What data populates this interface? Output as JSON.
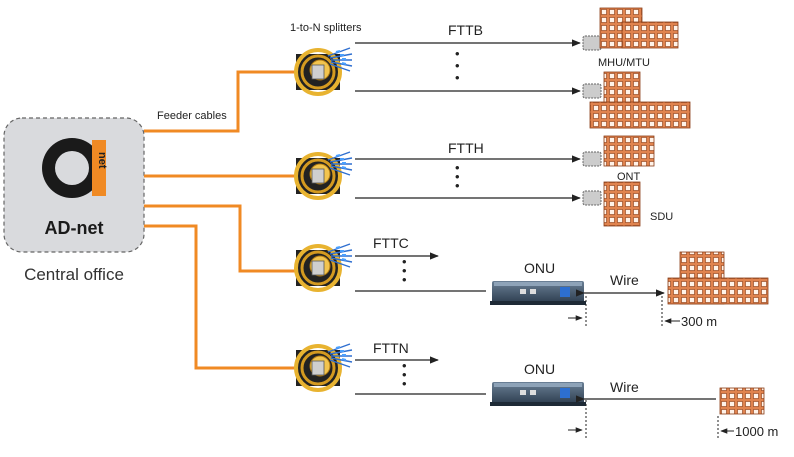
{
  "central_office": {
    "brand_letter": "a",
    "brand_small": "net",
    "name": "AD-net",
    "caption": "Central office"
  },
  "labels": {
    "splitters": "1-to-N splitters",
    "feeder": "Feeder cables",
    "fttb": "FTTB",
    "ftth": "FTTH",
    "fttc": "FTTC",
    "fttn": "FTTN",
    "mhu_mtu": "MHU/MTU",
    "ont": "ONT",
    "sdu": "SDU",
    "onu_1": "ONU",
    "onu_2": "ONU",
    "wire_1": "Wire",
    "wire_2": "Wire",
    "dist_300": "300 m",
    "dist_1000": "1000 m"
  },
  "colors": {
    "feeder_cable": "#f08a24",
    "fiber_coil": "#e8b330",
    "building": "#e0834e",
    "onu_body": "#3b5068",
    "office_bg": "#d9dadd",
    "brand_orange": "#f08a24"
  }
}
